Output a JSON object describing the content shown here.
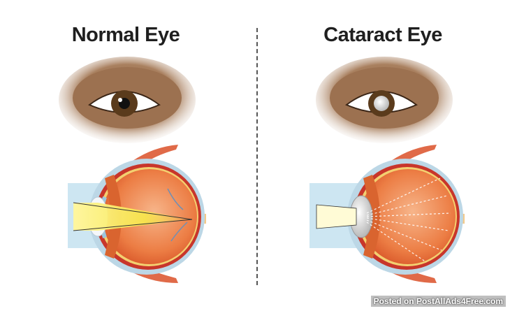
{
  "panels": [
    {
      "title": "Normal Eye",
      "condition": "normal"
    },
    {
      "title": "Cataract Eye",
      "condition": "cataract"
    }
  ],
  "watermark": "Posted on PostAllAds4Free.com",
  "colors": {
    "skin": "#a07555",
    "iris": "#5a3b1c",
    "eyeball": "#e8743a",
    "lens_cataract": "#d8d8d8",
    "light_beam": "#f7e84a",
    "box": "#cde6f2"
  }
}
